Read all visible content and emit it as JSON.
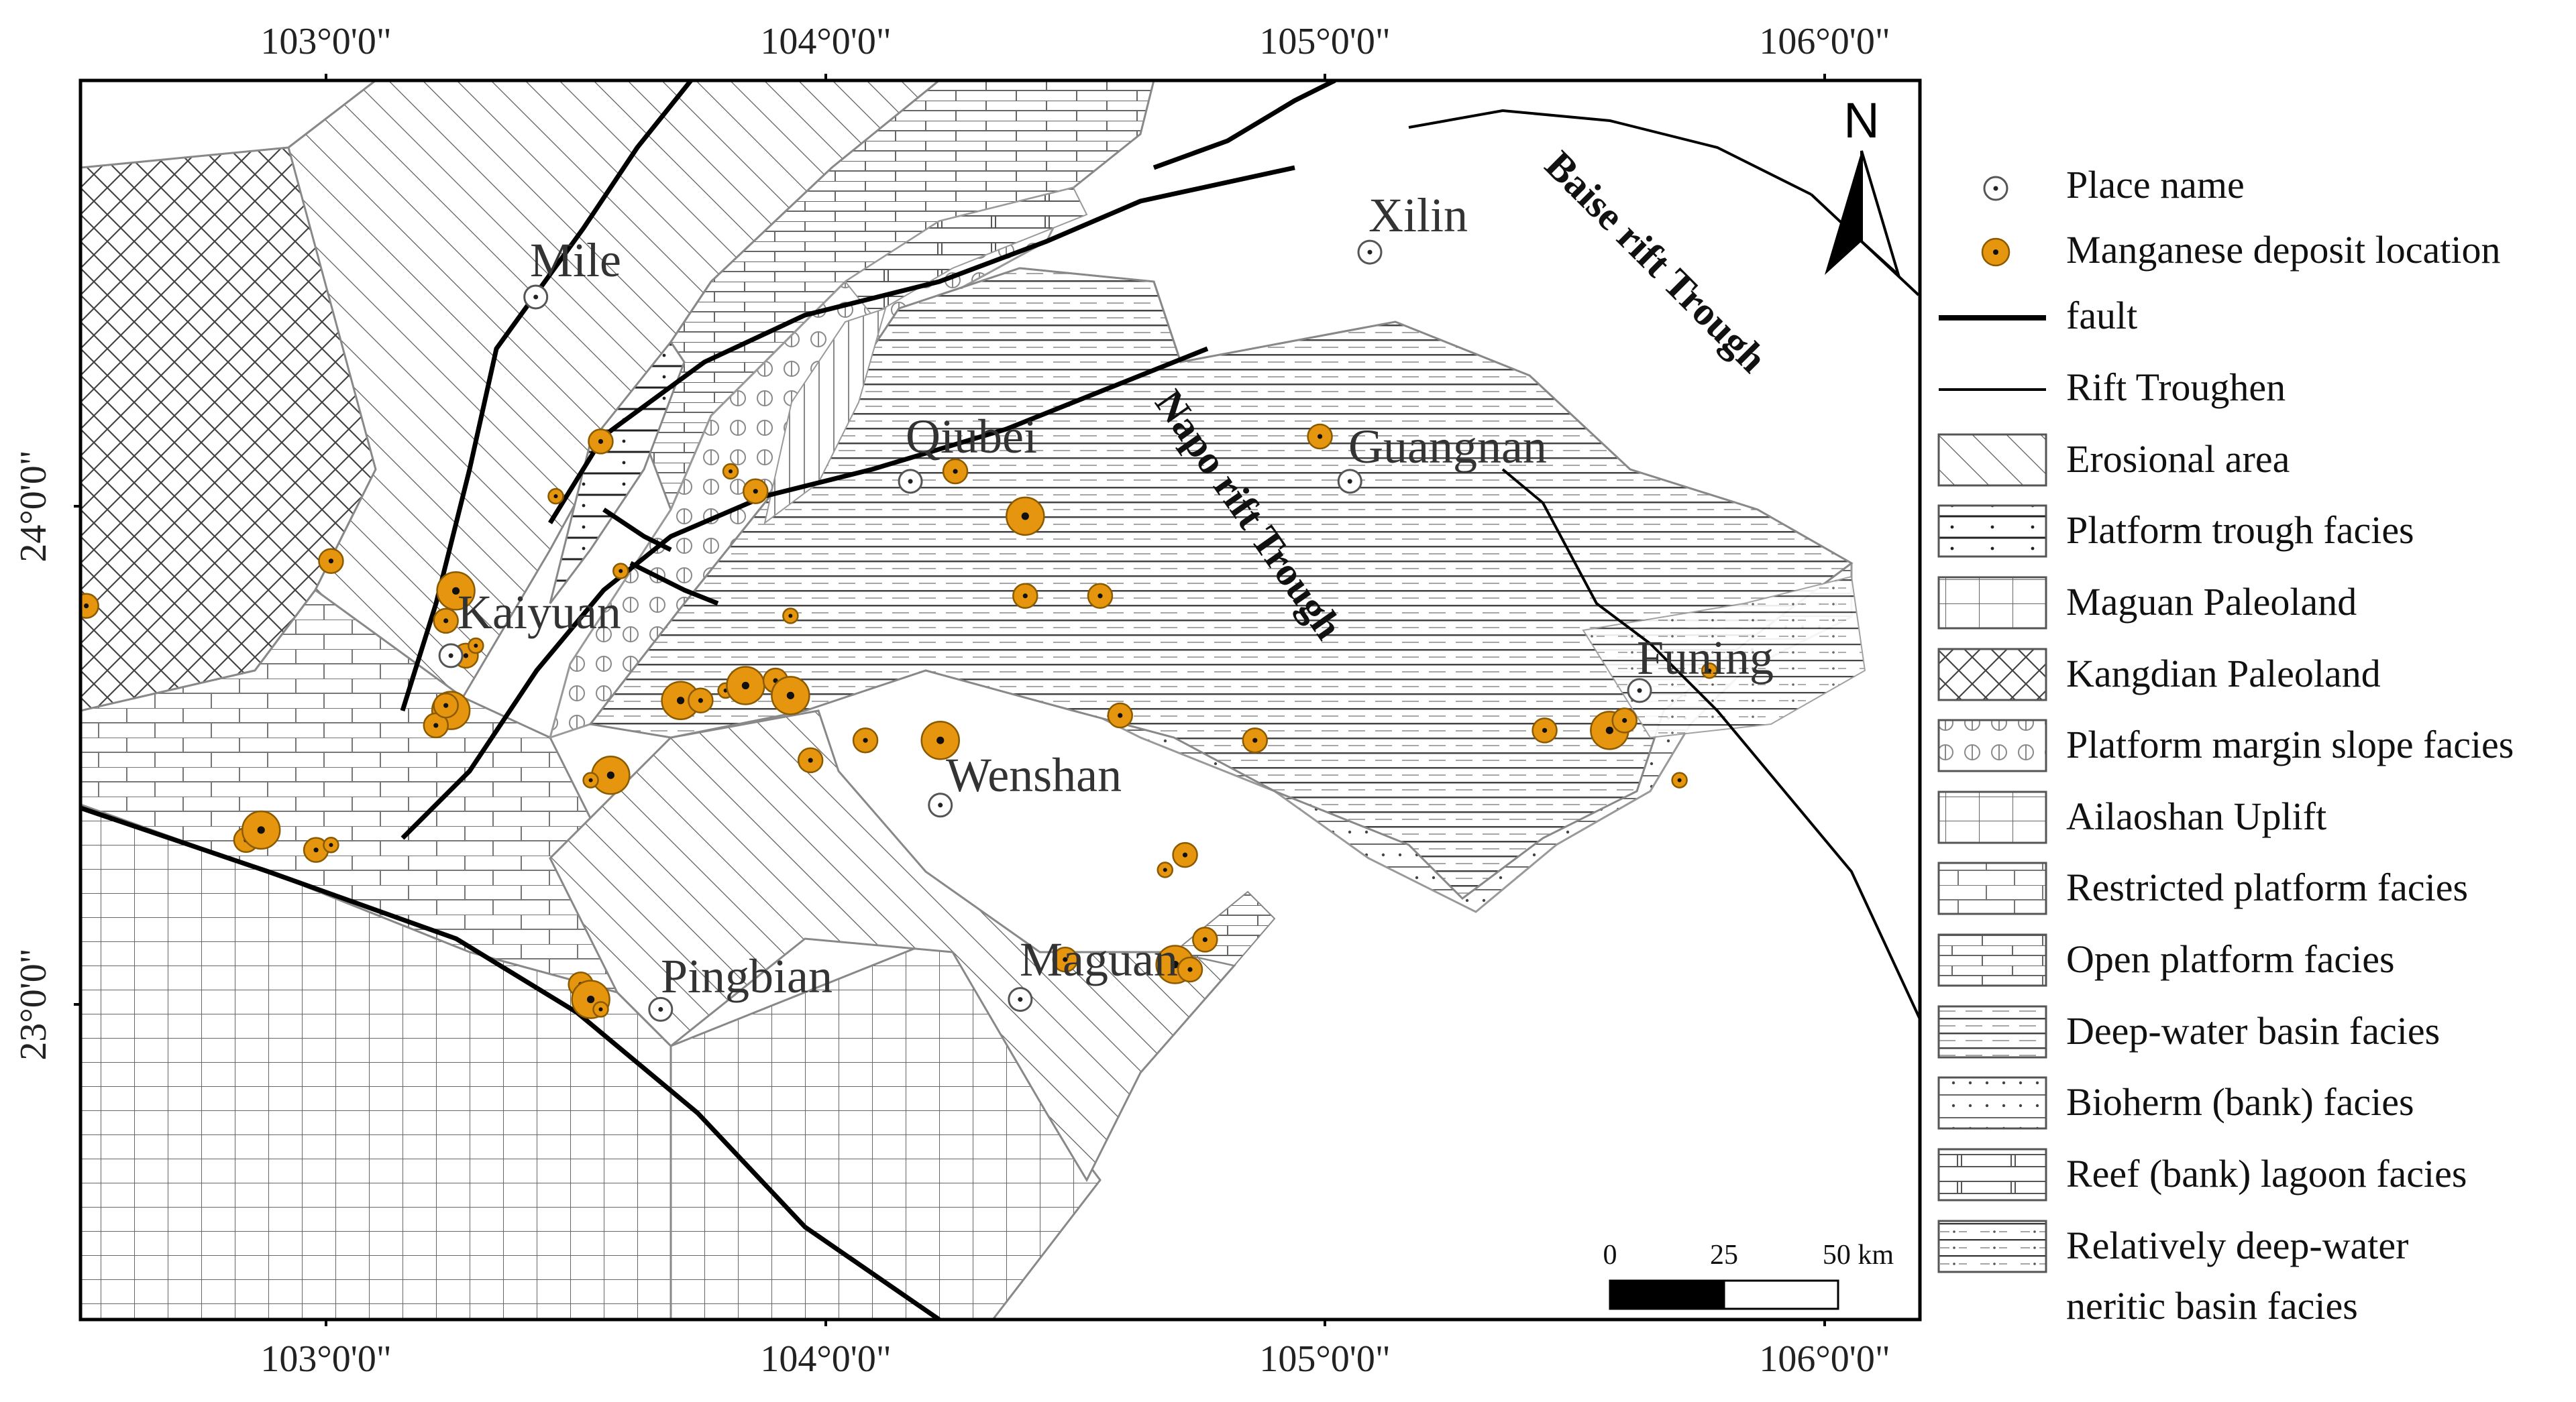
{
  "axes": {
    "top_ticks": [
      "103°0'0\"",
      "104°0'0\"",
      "105°0'0\"",
      "106°0'0\""
    ],
    "bottom_ticks": [
      "103°0'0\"",
      "104°0'0\"",
      "105°0'0\"",
      "106°0'0\""
    ],
    "left_ticks": [
      "24°0'0\"",
      "23°0'0\""
    ]
  },
  "places": [
    {
      "name": "Mile",
      "lon": 103.42,
      "lat": 24.42
    },
    {
      "name": "Xilin",
      "lon": 105.09,
      "lat": 24.51
    },
    {
      "name": "Qiubei",
      "lon": 104.17,
      "lat": 24.05
    },
    {
      "name": "Guangnan",
      "lon": 105.05,
      "lat": 24.05
    },
    {
      "name": "Kaiyuan",
      "lon": 103.25,
      "lat": 23.7
    },
    {
      "name": "Funing",
      "lon": 105.63,
      "lat": 23.63
    },
    {
      "name": "Wenshan",
      "lon": 104.23,
      "lat": 23.4
    },
    {
      "name": "Pingbian",
      "lon": 103.67,
      "lat": 22.99
    },
    {
      "name": "Maguan",
      "lon": 104.39,
      "lat": 23.01
    }
  ],
  "rift_labels": {
    "baise": "Baise rift Trough",
    "napo": "Napo rift Trough"
  },
  "deposits": [
    [
      102.52,
      23.8,
      "s"
    ],
    [
      103.01,
      23.89,
      "s"
    ],
    [
      103.26,
      23.83,
      "l"
    ],
    [
      103.24,
      23.77,
      "s"
    ],
    [
      103.28,
      23.7,
      "s"
    ],
    [
      103.3,
      23.72,
      "xs"
    ],
    [
      103.25,
      23.59,
      "l"
    ],
    [
      103.22,
      23.56,
      "s"
    ],
    [
      103.24,
      23.6,
      "s"
    ],
    [
      103.55,
      24.13,
      "s"
    ],
    [
      103.46,
      24.02,
      "xs"
    ],
    [
      103.59,
      23.87,
      "xs"
    ],
    [
      103.57,
      23.46,
      "l"
    ],
    [
      103.53,
      23.45,
      "xs"
    ],
    [
      103.71,
      23.61,
      "l"
    ],
    [
      103.75,
      23.61,
      "s"
    ],
    [
      103.8,
      23.63,
      "xs"
    ],
    [
      103.84,
      23.64,
      "l"
    ],
    [
      103.9,
      23.65,
      "s"
    ],
    [
      103.93,
      23.62,
      "l"
    ],
    [
      103.86,
      24.03,
      "s"
    ],
    [
      103.81,
      24.07,
      "xs"
    ],
    [
      103.93,
      23.78,
      "xs"
    ],
    [
      104.26,
      24.07,
      "s"
    ],
    [
      104.4,
      23.98,
      "l"
    ],
    [
      104.4,
      23.82,
      "s"
    ],
    [
      104.55,
      23.82,
      "s"
    ],
    [
      104.59,
      23.58,
      "s"
    ],
    [
      103.97,
      23.49,
      "s"
    ],
    [
      104.08,
      23.53,
      "s"
    ],
    [
      104.23,
      23.53,
      "l"
    ],
    [
      104.86,
      23.53,
      "s"
    ],
    [
      104.99,
      24.14,
      "s"
    ],
    [
      104.72,
      23.3,
      "s"
    ],
    [
      104.68,
      23.27,
      "xs"
    ],
    [
      104.76,
      23.13,
      "s"
    ],
    [
      104.48,
      23.09,
      "s"
    ],
    [
      104.7,
      23.08,
      "l"
    ],
    [
      104.73,
      23.07,
      "s"
    ],
    [
      105.44,
      23.55,
      "s"
    ],
    [
      105.57,
      23.55,
      "l"
    ],
    [
      105.6,
      23.57,
      "s"
    ],
    [
      105.71,
      23.45,
      "xs"
    ],
    [
      105.77,
      23.67,
      "xs"
    ],
    [
      103.51,
      23.04,
      "s"
    ],
    [
      103.53,
      23.01,
      "l"
    ],
    [
      103.55,
      22.99,
      "xs"
    ],
    [
      102.84,
      23.33,
      "s"
    ],
    [
      102.87,
      23.35,
      "l"
    ],
    [
      102.98,
      23.31,
      "s"
    ],
    [
      103.01,
      23.32,
      "xs"
    ]
  ],
  "legend": {
    "items": [
      {
        "label": "Place name",
        "symbol": "place"
      },
      {
        "label": "Manganese deposit location",
        "symbol": "deposit"
      },
      {
        "label": "fault",
        "symbol": "fault"
      },
      {
        "label": "Rift Troughen",
        "symbol": "rift"
      },
      {
        "label": "Erosional area",
        "symbol": "diag"
      },
      {
        "label": "Platform trough facies",
        "symbol": "trough"
      },
      {
        "label": "Maguan Paleoland",
        "symbol": "grid"
      },
      {
        "label": "Kangdian Paleoland",
        "symbol": "cross"
      },
      {
        "label": "Platform margin slope facies",
        "symbol": "slope"
      },
      {
        "label": "Ailaoshan Uplift",
        "symbol": "grid2"
      },
      {
        "label": "Restricted platform facies",
        "symbol": "brick"
      },
      {
        "label": "Open platform facies",
        "symbol": "openplat"
      },
      {
        "label": "Deep-water basin facies",
        "symbol": "deep"
      },
      {
        "label": "Bioherm (bank) facies",
        "symbol": "bioherm"
      },
      {
        "label": "Reef (bank) lagoon facies",
        "symbol": "reef"
      },
      {
        "label": "Relatively deep-water",
        "label2": "neritic basin facies",
        "symbol": "neritic"
      }
    ]
  },
  "scale_bar": {
    "labels": [
      "0",
      "25",
      "50 km"
    ]
  },
  "north_label": "N",
  "colors": {
    "deposit": "#e6960e",
    "deposit_stroke": "#8a5a00",
    "fault": "#000000",
    "outline": "#8c8c8c"
  }
}
